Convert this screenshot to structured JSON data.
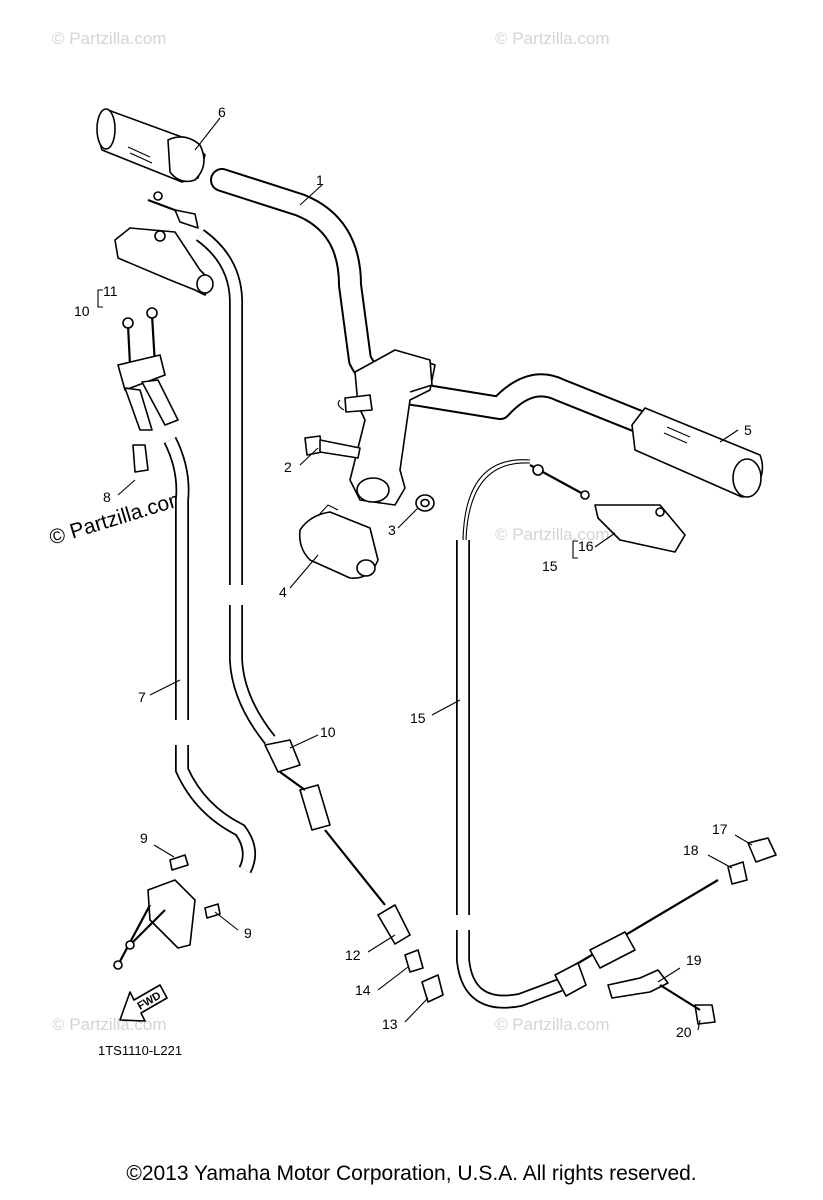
{
  "watermarks": {
    "corner": "© Partzilla.com",
    "center": "© Partzilla.com"
  },
  "callouts": {
    "c1": "1",
    "c2": "2",
    "c3": "3",
    "c4": "4",
    "c5": "5",
    "c6": "6",
    "c7": "7",
    "c8": "8",
    "c9a": "9",
    "c9b": "9",
    "c10a": "10",
    "c10b": "10",
    "c11": "11",
    "c12": "12",
    "c13": "13",
    "c14": "14",
    "c15a": "15",
    "c15b": "15",
    "c16": "16",
    "c17": "17",
    "c18": "18",
    "c19": "19",
    "c20": "20"
  },
  "fwd_label": "FWD",
  "diagram_code": "1TS1110-L221",
  "copyright": "©2013 Yamaha Motor Corporation, U.S.A. All rights reserved."
}
